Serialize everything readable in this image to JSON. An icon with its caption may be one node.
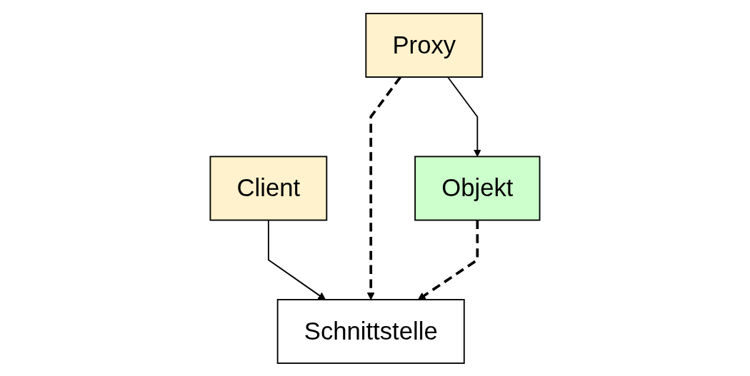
{
  "diagram": {
    "nodes": [
      {
        "text": [
          "Schnittstelle"
        ]
      },
      {
        "text": [
          "Client"
        ]
      },
      {
        "text": [
          "Proxy"
        ]
      },
      {
        "text": [
          "Objekt"
        ]
      }
    ],
    "edges": [
      {
        "from": 1,
        "to": 0,
        "arrow": "to"
      },
      {
        "from": 2,
        "to": 0,
        "arrow": "to",
        "style": "dashed"
      },
      {
        "from": 3,
        "to": 0,
        "arrow": "to",
        "style": "dashed"
      },
      {
        "from": 2,
        "to": 3,
        "arrow": "to"
      }
    ]
  }
}
